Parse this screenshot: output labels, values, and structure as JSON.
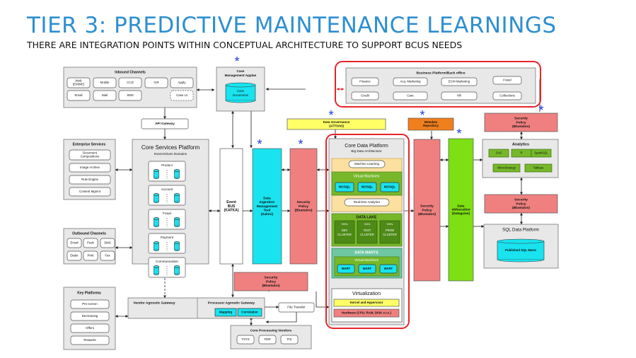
{
  "page": {
    "title": "TIER 3: PREDICTIVE MAINTENANCE LEARNINGS",
    "subtitle": "THERE ARE INTEGRATION POINTS WITHIN CONCEPTUAL ARCHITECTURE TO SUPPORT BCUS NEEDS"
  },
  "marker": "*",
  "colors": {
    "accent_red": "#e8232a",
    "security_red": "#f08080",
    "cyan": "#19e3ef",
    "green": "#76b82a",
    "lime": "#7de012",
    "yellow": "#ffff66",
    "orange": "#f07f1d",
    "title_blue": "#2e8fd0"
  },
  "inbound": {
    "title": "Inbound Channels",
    "items": [
      "Web (EMWE)",
      "Mobile",
      "CCD",
      "IVR",
      "Apply",
      "Email",
      "Mail",
      "SMS",
      "Case UI"
    ]
  },
  "case_mgmt": {
    "title_1": "Case",
    "title_2": "Management Applan",
    "db": "Case Documents"
  },
  "business": {
    "title": "Business Platform/Back office",
    "items": [
      "Finance",
      "Acq. Marketing",
      "ECM Marketing",
      "Fraud",
      "Credit",
      "Care",
      "HR",
      "Collections"
    ]
  },
  "api_gateway": "API Gateway",
  "data_governance": {
    "line1": "Data Governance",
    "line2": "(ATTIVIO)"
  },
  "metadata": {
    "line1": "Metadata",
    "line2": "Repository"
  },
  "enterprise": {
    "title": "Enterprise Services",
    "items": [
      "Document Compositions",
      "Image Archive",
      "Rule Engine",
      "Content Mgmnt"
    ]
  },
  "core_services": {
    "title": "Core Services Platform",
    "subtitle": "Event-Driven Domains",
    "domains": [
      "Product",
      "Account",
      "Fraud",
      "Payment",
      "Communication"
    ]
  },
  "event_bus": {
    "l1": "Event",
    "l2": "BUS",
    "l3": "(KAFKA)"
  },
  "ingestion": {
    "l1": "Data",
    "l2": "Ingestion",
    "l3": "Management",
    "l4": "Tool",
    "l5": "(Zaloni)"
  },
  "security": {
    "l1": "Security",
    "l2": "Policy",
    "l3": "(Bluetalon)"
  },
  "core_data": {
    "title": "Core Data Platform",
    "subtitle": "Big Data Architecture",
    "ml": "Machine Learning",
    "vm_title": "Virtual Machines",
    "nosql": [
      "NOSQL",
      "NOSQL",
      "NOSQL"
    ],
    "realtime": "Real-time Analytics",
    "lake_title": "DATA LAKE",
    "vms": [
      "VM's",
      "VM's",
      "VM's"
    ],
    "clusters": [
      [
        "DEV",
        "CLUSTER"
      ],
      [
        "TEST",
        "CLUSTER"
      ],
      [
        "PROD",
        "CLUSTER"
      ]
    ],
    "marts_title": "DATA MARTS",
    "marts_vm": "Virtual Machines",
    "marts": [
      "MART",
      "MART",
      "MART"
    ],
    "virt_title": "Virtualization",
    "kernel": "Kernel and Hypervisor",
    "hardware": "Hardware (CPU, RAM, DISK e.t.c.)"
  },
  "obfuscation": {
    "l1": "Data",
    "l2": "obfuscation",
    "l3": "(Dataguise)"
  },
  "analytics": {
    "title": "Analytics",
    "items": [
      "SAS",
      "R",
      "SparkSQL",
      "MicroStrategy",
      "Tableau"
    ]
  },
  "sql_platform": {
    "title": "SQL Data Platform",
    "db": "Published SQL Marts"
  },
  "outbound": {
    "title": "Outbound Channels",
    "items": [
      "Email",
      "Push",
      "SMS",
      "Dialer",
      "Print",
      "Fax"
    ]
  },
  "key_platforms": {
    "title": "Key Platforms",
    "items": [
      "Pre-screen",
      "Decisioning",
      "Offers",
      "Rewards"
    ]
  },
  "vendor_gateway": "Vendor Agnostic Gateway",
  "processor_gateway": {
    "title": "Processor Agnostic Gateway",
    "items": [
      "Mapping",
      "Correlation"
    ]
  },
  "file_transfer": "File Transfer",
  "core_vendors": {
    "title": "Core Processing Vendors",
    "items": [
      "TSYS",
      "FDR",
      "FIS"
    ]
  }
}
